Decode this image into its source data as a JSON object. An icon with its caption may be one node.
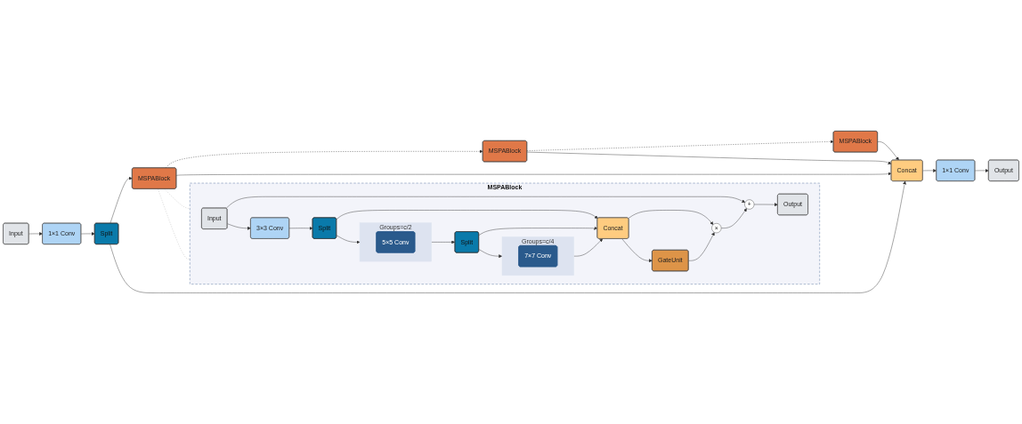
{
  "diagram": {
    "nodes": [
      {
        "text": [
          "Input"
        ]
      },
      {
        "text": [
          "1×1 Conv"
        ]
      },
      {
        "text": [
          "Split"
        ]
      },
      {
        "text": [
          "MSPABlock"
        ]
      },
      {
        "text": [
          "MSPABlock"
        ]
      },
      {
        "text": [
          "MSPABlock"
        ]
      },
      {
        "text": [
          "Concat"
        ]
      },
      {
        "text": [
          "1×1 Conv"
        ]
      },
      {
        "text": [
          "Output"
        ]
      },
      {
        "text": [
          "MSPABlock"
        ]
      },
      {
        "text": [
          "Input"
        ],
        "in": 9
      },
      {
        "text": [
          "3×3 Conv"
        ],
        "in": 9
      },
      {
        "text": [
          "Split"
        ],
        "in": 9
      },
      {
        "text": [
          "Groups=c/2"
        ],
        "in": 9
      },
      {
        "text": [
          "5×5 Conv"
        ],
        "in": 13
      },
      {
        "text": [
          "Split"
        ],
        "in": 9
      },
      {
        "text": [
          "Groups=c/4"
        ],
        "in": 9
      },
      {
        "text": [
          "7×7 Conv"
        ],
        "in": 16
      },
      {
        "text": [
          "Concat"
        ],
        "in": 9
      },
      {
        "text": [
          "GateUnit"
        ],
        "in": 9
      },
      {
        "text": [
          "×"
        ],
        "in": 9
      },
      {
        "text": [
          "+"
        ],
        "in": 9
      },
      {
        "text": [
          "Output"
        ],
        "in": 9
      }
    ],
    "edges": [
      {
        "from": 0,
        "to": 1,
        "arrow": "to"
      },
      {
        "from": 1,
        "to": 2,
        "arrow": "to"
      },
      {
        "from": 2,
        "to": 5,
        "arrow": "to"
      },
      {
        "from": 2,
        "to": 6,
        "arrow": "to"
      },
      {
        "from": 5,
        "to": 4,
        "arrow": "to",
        "style": "dashed"
      },
      {
        "from": 4,
        "to": 3,
        "arrow": "to",
        "style": "dashed"
      },
      {
        "from": 3,
        "to": 6,
        "arrow": "to"
      },
      {
        "from": 4,
        "to": 6,
        "arrow": "to"
      },
      {
        "from": 5,
        "to": 6,
        "arrow": "to"
      },
      {
        "from": 6,
        "to": 7,
        "arrow": "to"
      },
      {
        "from": 7,
        "to": 8,
        "arrow": "to"
      },
      {
        "from": 5,
        "to": 9,
        "arrow": "none",
        "style": "dashed",
        "color": "#bbbbbb"
      },
      {
        "from": 5,
        "to": 9,
        "arrow": "none",
        "style": "dashed",
        "color": "#bbbbbb"
      },
      {
        "from": 10,
        "to": 11,
        "arrow": "to"
      },
      {
        "from": 10,
        "to": 21,
        "arrow": "to"
      },
      {
        "from": 11,
        "to": 12,
        "arrow": "to"
      },
      {
        "from": 12,
        "to": 13,
        "arrow": "to"
      },
      {
        "from": 12,
        "to": 18,
        "arrow": "to"
      },
      {
        "from": 13,
        "to": 15,
        "arrow": "to"
      },
      {
        "from": 15,
        "to": 16,
        "arrow": "to"
      },
      {
        "from": 15,
        "to": 18,
        "arrow": "to"
      },
      {
        "from": 16,
        "to": 18,
        "arrow": "to"
      },
      {
        "from": 18,
        "to": 19,
        "arrow": "to"
      },
      {
        "from": 18,
        "to": 20,
        "arrow": "to"
      },
      {
        "from": 19,
        "to": 20,
        "arrow": "to"
      },
      {
        "from": 20,
        "to": 21,
        "arrow": "to"
      },
      {
        "from": 21,
        "to": 22,
        "arrow": "to"
      }
    ]
  }
}
